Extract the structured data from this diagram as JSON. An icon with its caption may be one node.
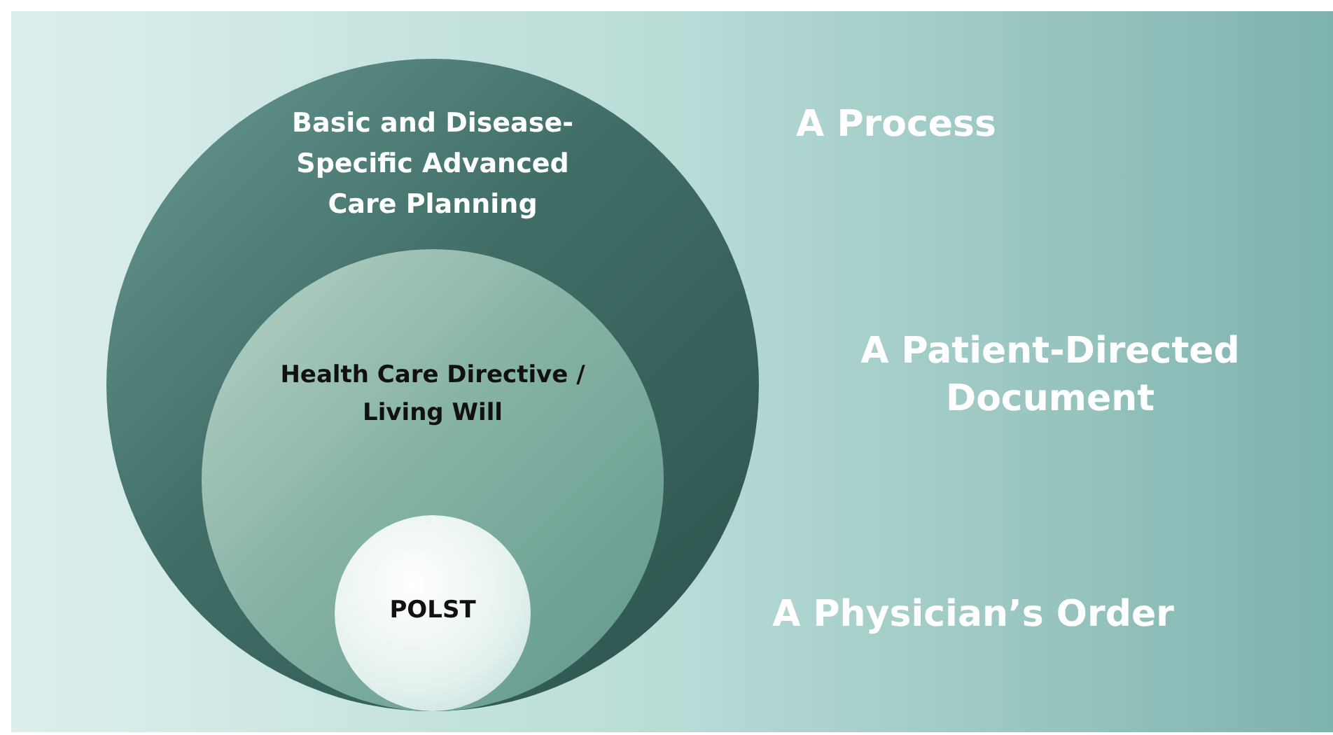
{
  "diagram": {
    "nodes": [
      {
        "text": [
          "Basic and Disease-Specific Advanced Care Planning"
        ]
      },
      {
        "text": [
          "Health Care Directive / Living Will"
        ],
        "in": 0
      },
      {
        "text": [
          "POLST"
        ],
        "in": 1
      }
    ],
    "edges": [],
    "labels": [
      "A Process",
      "A Patient-Directed Document",
      "A Physician’s Order"
    ]
  }
}
